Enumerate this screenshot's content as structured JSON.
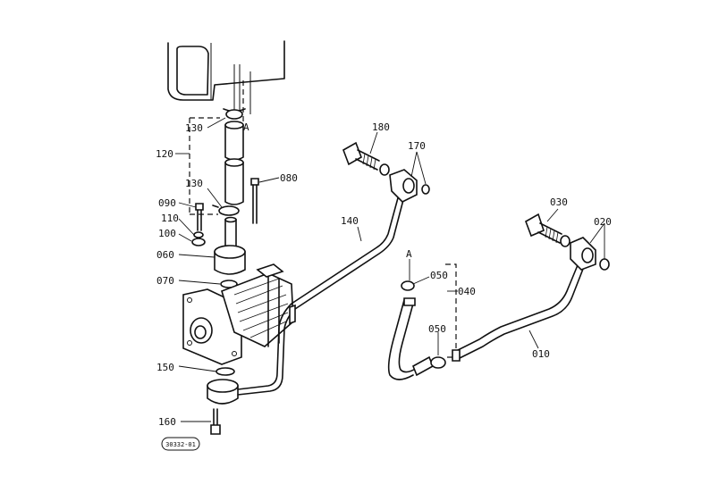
{
  "parts": [
    {
      "key": "p180",
      "label": "180"
    },
    {
      "key": "p170",
      "label": "170"
    },
    {
      "key": "p130a",
      "label": "130"
    },
    {
      "key": "pA1",
      "label": "A"
    },
    {
      "key": "p120",
      "label": "120"
    },
    {
      "key": "p130b",
      "label": "130"
    },
    {
      "key": "p080",
      "label": "080"
    },
    {
      "key": "p090",
      "label": "090"
    },
    {
      "key": "p110",
      "label": "110"
    },
    {
      "key": "p100",
      "label": "100"
    },
    {
      "key": "p060",
      "label": "060"
    },
    {
      "key": "p140",
      "label": "140"
    },
    {
      "key": "p070",
      "label": "070"
    },
    {
      "key": "pA2",
      "label": "A"
    },
    {
      "key": "p050a",
      "label": "050"
    },
    {
      "key": "p040",
      "label": "040"
    },
    {
      "key": "p050b",
      "label": "050"
    },
    {
      "key": "p030",
      "label": "030"
    },
    {
      "key": "p020",
      "label": "020"
    },
    {
      "key": "p010",
      "label": "010"
    },
    {
      "key": "p150",
      "label": "150"
    },
    {
      "key": "p160",
      "label": "160"
    }
  ],
  "drawing_code": "30332-01"
}
